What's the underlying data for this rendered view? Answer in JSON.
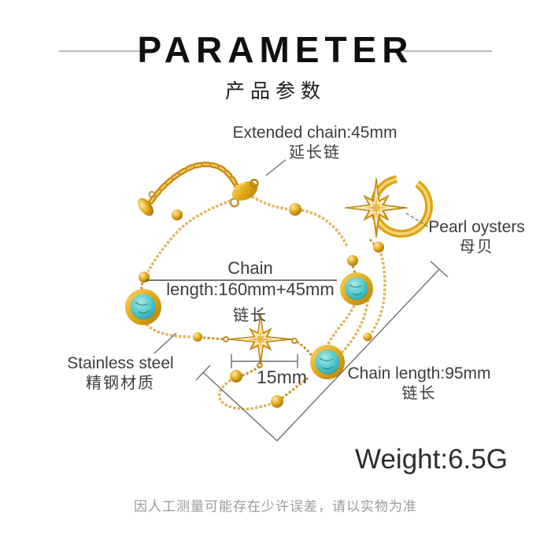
{
  "header": {
    "title": "PARAMETER",
    "subtitle": "产品参数"
  },
  "annotations": {
    "extended_chain": {
      "en": "Extended chain:45mm",
      "zh": "延长链"
    },
    "pearl_oysters": {
      "en": "Pearl oysters",
      "zh": "母贝"
    },
    "chain_length_main": {
      "en": "Chain length:160mm+45mm",
      "zh": "链长"
    },
    "stainless_steel": {
      "en": "Stainless steel",
      "zh": "精钢材质"
    },
    "star_width": {
      "value": "15mm"
    },
    "chain_length_drop": {
      "en": "Chain length:95mm",
      "zh": "链长"
    },
    "weight": {
      "value": "Weight:6.5G"
    }
  },
  "footer": {
    "disclaimer": "因人工测量可能存在少许误差，请以实物为准"
  },
  "product": {
    "items": [
      "bracelet",
      "open-ring"
    ],
    "features": [
      "extension-chain",
      "lobster-clasp",
      "north-star-charm",
      "turquoise-beads",
      "gold-beads"
    ],
    "colors": {
      "gold": "#D79A10",
      "gold_light": "#F4CE6A",
      "gold_dark": "#A96F05",
      "turquoise": "#4EC6C9",
      "pearl_white": "#FAF6EC",
      "leader_line": "#6f6f6f",
      "text_dark": "#3d3d3d",
      "text_gray": "#9b9b9b"
    }
  }
}
